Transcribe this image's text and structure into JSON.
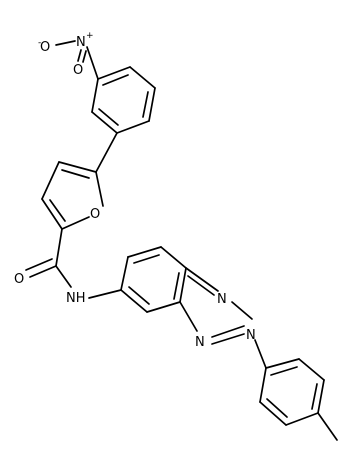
{
  "molecule": {
    "atoms": {
      "nitro_n": "N",
      "nitro_n_charge": "+",
      "nitro_o_left": "O",
      "nitro_o_left_charge": "-",
      "nitro_o_bottom": "O",
      "furan_o": "O",
      "amide_o": "O",
      "amide_nh": "NH",
      "triazole_n_top": "N",
      "triazole_n_right": "N",
      "triazole_n_bottom": "N"
    }
  }
}
